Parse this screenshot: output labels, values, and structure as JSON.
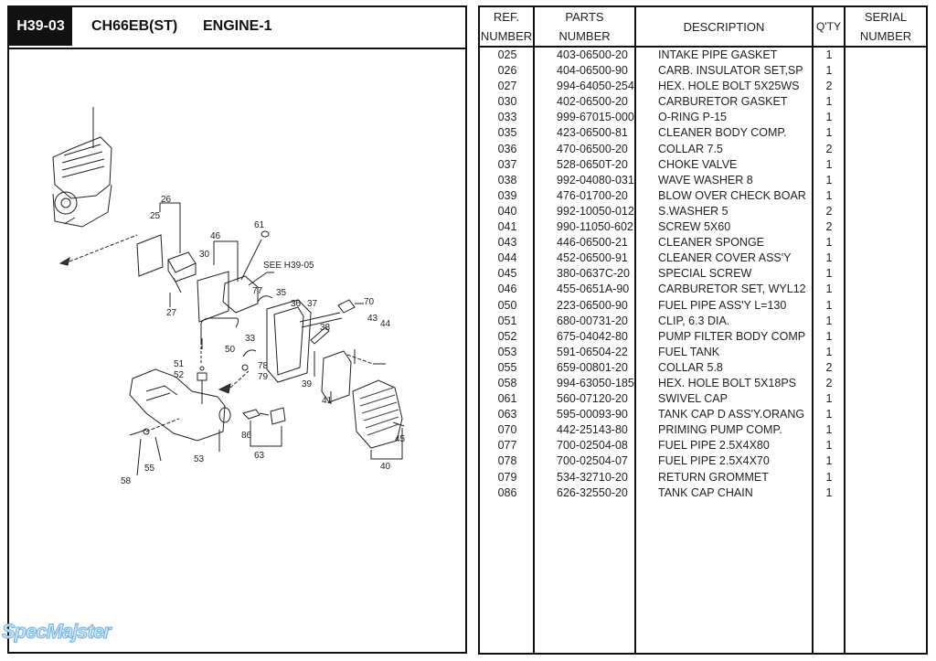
{
  "header": {
    "code": "H39-03",
    "model": "CH66EB(ST)",
    "title": "ENGINE-1"
  },
  "diagram": {
    "see_reference": "SEE H39-05",
    "callouts": [
      "25",
      "26",
      "27",
      "30",
      "33",
      "35",
      "36",
      "37",
      "38",
      "39",
      "40",
      "41",
      "43",
      "44",
      "45",
      "46",
      "50",
      "51",
      "52",
      "53",
      "55",
      "58",
      "61",
      "63",
      "70",
      "77",
      "78",
      "79",
      "86"
    ]
  },
  "watermark": "SpecMajster",
  "table": {
    "headers": {
      "ref": [
        "REF.",
        "NUMBER"
      ],
      "parts": [
        "PARTS",
        "NUMBER"
      ],
      "description": "DESCRIPTION",
      "qty": "Q'TY",
      "serial": [
        "SERIAL",
        "NUMBER"
      ]
    },
    "rows": [
      {
        "ref": "025",
        "part": "403-06500-20",
        "desc": "INTAKE PIPE GASKET",
        "qty": "1"
      },
      {
        "ref": "026",
        "part": "404-06500-90",
        "desc": "CARB. INSULATOR SET,SP",
        "qty": "1"
      },
      {
        "ref": "027",
        "part": "994-64050-254",
        "desc": "HEX. HOLE BOLT 5X25WS",
        "qty": "2"
      },
      {
        "ref": "030",
        "part": "402-06500-20",
        "desc": "CARBURETOR GASKET",
        "qty": "1"
      },
      {
        "ref": "033",
        "part": "999-67015-000",
        "desc": "O-RING P-15",
        "qty": "1"
      },
      {
        "ref": "035",
        "part": "423-06500-81",
        "desc": "CLEANER BODY COMP.",
        "qty": "1"
      },
      {
        "ref": "036",
        "part": "470-06500-20",
        "desc": "COLLAR 7.5",
        "qty": "2"
      },
      {
        "ref": "037",
        "part": "528-0650T-20",
        "desc": "CHOKE VALVE",
        "qty": "1"
      },
      {
        "ref": "038",
        "part": "992-04080-031",
        "desc": "WAVE WASHER 8",
        "qty": "1"
      },
      {
        "ref": "039",
        "part": "476-01700-20",
        "desc": "BLOW OVER CHECK BOAR",
        "qty": "1"
      },
      {
        "ref": "040",
        "part": "992-10050-012",
        "desc": "S.WASHER 5",
        "qty": "2"
      },
      {
        "ref": "041",
        "part": "990-11050-602",
        "desc": "SCREW 5X60",
        "qty": "2"
      },
      {
        "ref": "043",
        "part": "446-06500-21",
        "desc": "CLEANER SPONGE",
        "qty": "1"
      },
      {
        "ref": "044",
        "part": "452-06500-91",
        "desc": "CLEANER COVER ASS'Y",
        "qty": "1"
      },
      {
        "ref": "045",
        "part": "380-0637C-20",
        "desc": "SPECIAL SCREW",
        "qty": "1"
      },
      {
        "ref": "046",
        "part": "455-0651A-90",
        "desc": "CARBURETOR SET, WYL12",
        "qty": "1"
      },
      {
        "ref": "050",
        "part": "223-06500-90",
        "desc": "FUEL PIPE ASS'Y L=130",
        "qty": "1"
      },
      {
        "ref": "051",
        "part": "680-00731-20",
        "desc": "CLIP, 6.3 DIA.",
        "qty": "1"
      },
      {
        "ref": "052",
        "part": "675-04042-80",
        "desc": "PUMP FILTER BODY COMP",
        "qty": "1"
      },
      {
        "ref": "053",
        "part": "591-06504-22",
        "desc": "FUEL TANK",
        "qty": "1"
      },
      {
        "ref": "055",
        "part": "659-00801-20",
        "desc": "COLLAR 5.8",
        "qty": "2"
      },
      {
        "ref": "058",
        "part": "994-63050-185",
        "desc": "HEX. HOLE BOLT 5X18PS",
        "qty": "2"
      },
      {
        "ref": "061",
        "part": "560-07120-20",
        "desc": "SWIVEL CAP",
        "qty": "1"
      },
      {
        "ref": "063",
        "part": "595-00093-90",
        "desc": "TANK CAP D ASS'Y.ORANG",
        "qty": "1"
      },
      {
        "ref": "070",
        "part": "442-25143-80",
        "desc": "PRIMING PUMP COMP.",
        "qty": "1"
      },
      {
        "ref": "077",
        "part": "700-02504-08",
        "desc": "FUEL PIPE 2.5X4X80",
        "qty": "1"
      },
      {
        "ref": "078",
        "part": "700-02504-07",
        "desc": "FUEL PIPE 2.5X4X70",
        "qty": "1"
      },
      {
        "ref": "079",
        "part": "534-32710-20",
        "desc": "RETURN GROMMET",
        "qty": "1"
      },
      {
        "ref": "086",
        "part": "626-32550-20",
        "desc": "TANK CAP CHAIN",
        "qty": "1"
      }
    ]
  }
}
